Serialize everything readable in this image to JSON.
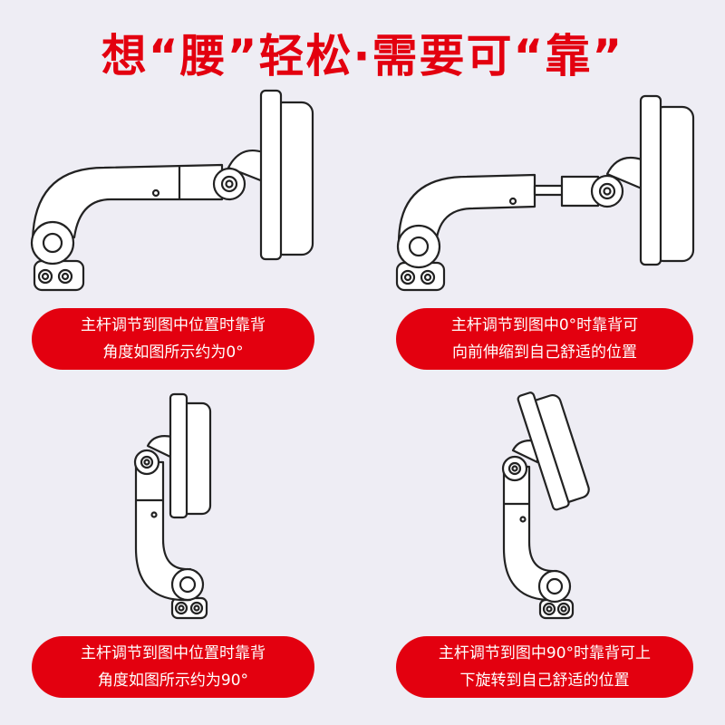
{
  "title": "想“腰”轻松·需要可“靠”",
  "captions": [
    {
      "line1": "主杆调节到图中位置时靠背",
      "line2": "角度如图所示约为0°"
    },
    {
      "line1": "主杆调节到图中0°时靠背可",
      "line2": "向前伸缩到自己舒适的位置"
    },
    {
      "line1": "主杆调节到图中位置时靠背",
      "line2": "角度如图所示约为90°"
    },
    {
      "line1": "主杆调节到图中90°时靠背可上",
      "line2": "下旋转到自己舒适的位置"
    }
  ],
  "colors": {
    "accent": "#e3000f",
    "background": "#eeedf4"
  }
}
